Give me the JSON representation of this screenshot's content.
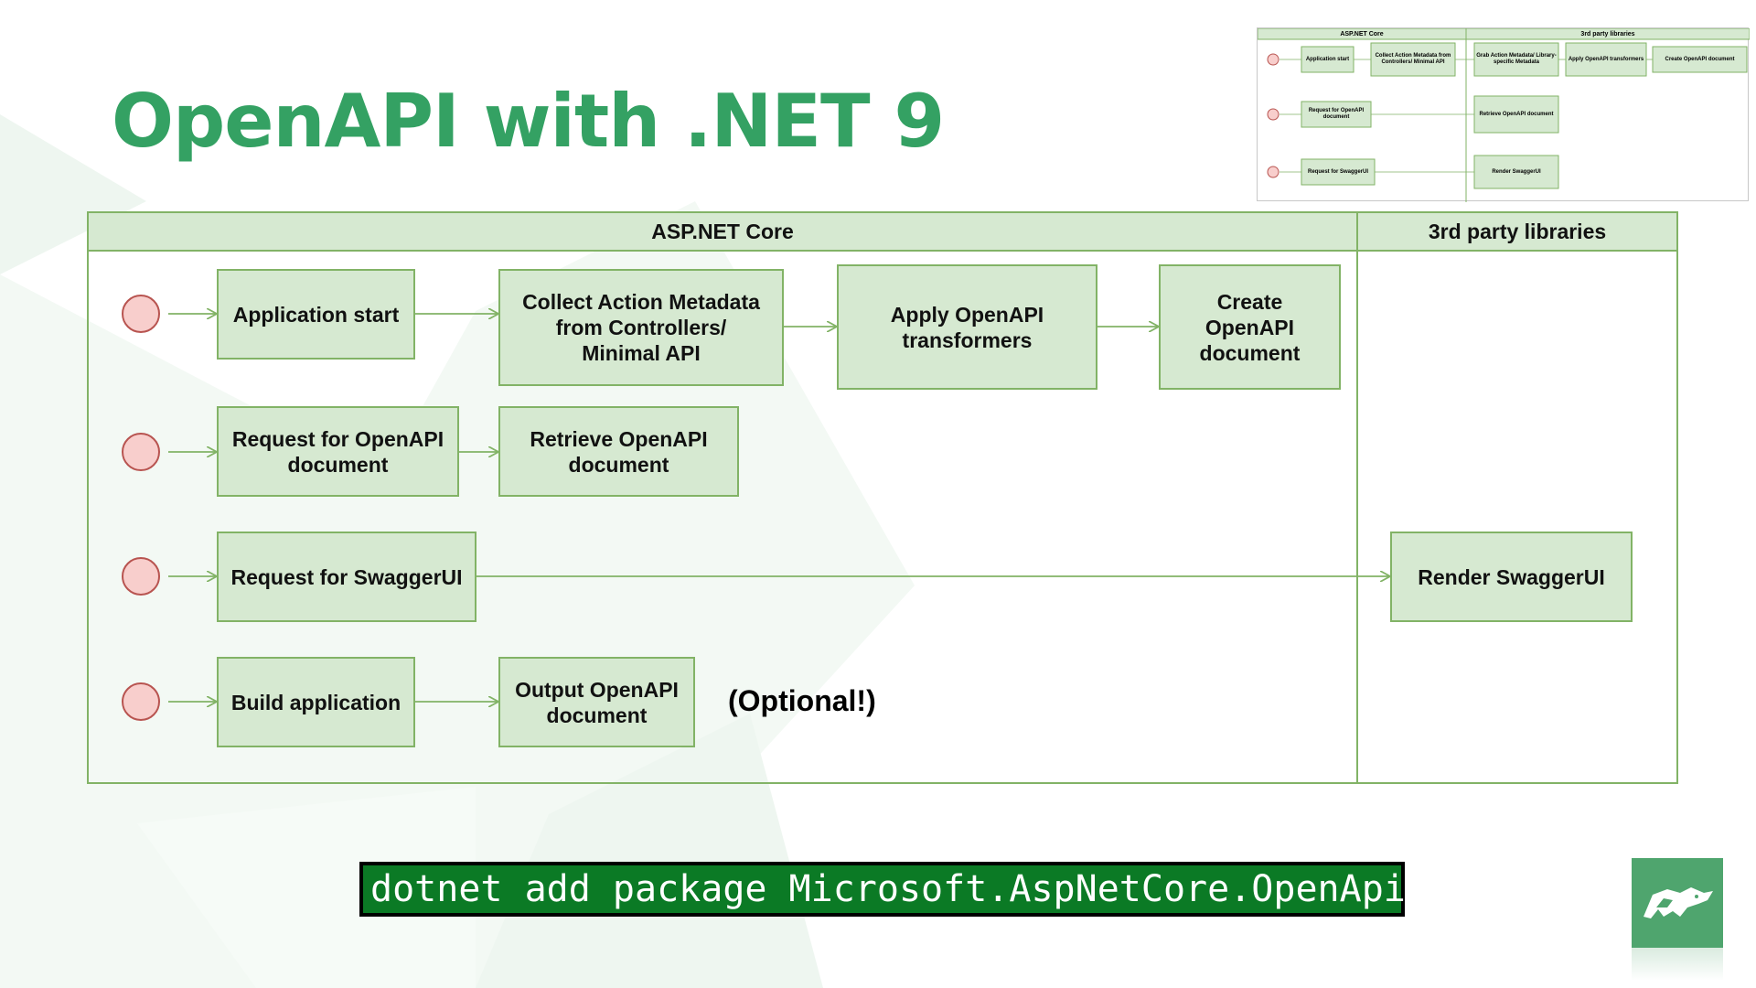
{
  "title": "OpenAPI with .NET 9",
  "lanes": [
    {
      "label": "ASP.NET Core"
    },
    {
      "label": "3rd party libraries"
    }
  ],
  "boxes": {
    "app_start": "Application start",
    "collect_metadata": "Collect Action Metadata\nfrom Controllers/\nMinimal API",
    "apply_transformers": "Apply OpenAPI\ntransformers",
    "create_document": "Create\nOpenAPI\ndocument",
    "request_openapi": "Request for OpenAPI\ndocument",
    "retrieve_document": "Retrieve OpenAPI\ndocument",
    "request_swaggerui": "Request for SwaggerUI",
    "render_swaggerui": "Render SwaggerUI",
    "build_application": "Build application",
    "output_document": "Output OpenAPI\ndocument"
  },
  "note": "(Optional!)",
  "command": "dotnet add package Microsoft.AspNetCore.OpenApi",
  "thumbnail": {
    "lanes": [
      "ASP.NET Core",
      "3rd party libraries"
    ],
    "boxes": {
      "app_start": "Application start",
      "collect_metadata": "Collect Action Metadata from Controllers/ Minimal API",
      "grab_metadata": "Grab Action Metadata/ Library-specific Metadata",
      "apply_transformers": "Apply OpenAPI transformers",
      "create_document": "Create OpenAPI document",
      "request_openapi": "Request for OpenAPI document",
      "retrieve_document": "Retrieve OpenAPI document",
      "request_swaggerui": "Request for SwaggerUI",
      "render_swaggerui": "Render SwaggerUI"
    }
  },
  "icons": {
    "logo": "lizard-logo-icon"
  },
  "colors": {
    "brand_green": "#34a163",
    "box_fill": "#d6e9d1",
    "box_border": "#82b366",
    "start_fill": "#f8cecc",
    "start_border": "#b85450",
    "command_bg": "#0b7a25"
  }
}
